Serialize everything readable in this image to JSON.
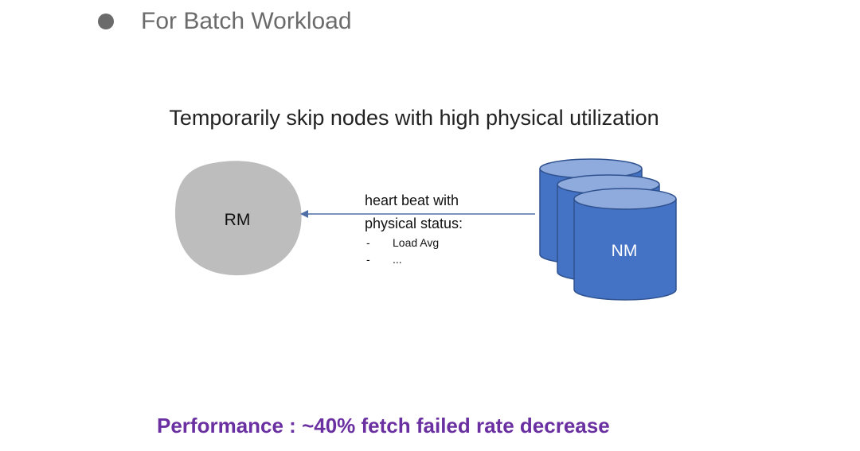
{
  "heading": "For Batch Workload",
  "subtitle": "Temporarily skip nodes with high physical utilization",
  "diagram": {
    "rm_label": "RM",
    "nm_label": "NM",
    "arrow_label_line1": "heart beat with",
    "arrow_label_line2": "physical status:",
    "list": [
      {
        "dash": "-",
        "text": "Load Avg"
      },
      {
        "dash": "-",
        "text": "..."
      }
    ],
    "colors": {
      "rm_fill": "#bdbdbd",
      "cylinder_fill": "#4472c4",
      "cylinder_top": "#8faadc",
      "cylinder_stroke": "#2f528f",
      "arrow": "#4f6ea6"
    }
  },
  "footer": "Performance : ~40% fetch failed rate decrease",
  "colors": {
    "heading": "#6b6b6b",
    "footer": "#6a2fa0"
  }
}
